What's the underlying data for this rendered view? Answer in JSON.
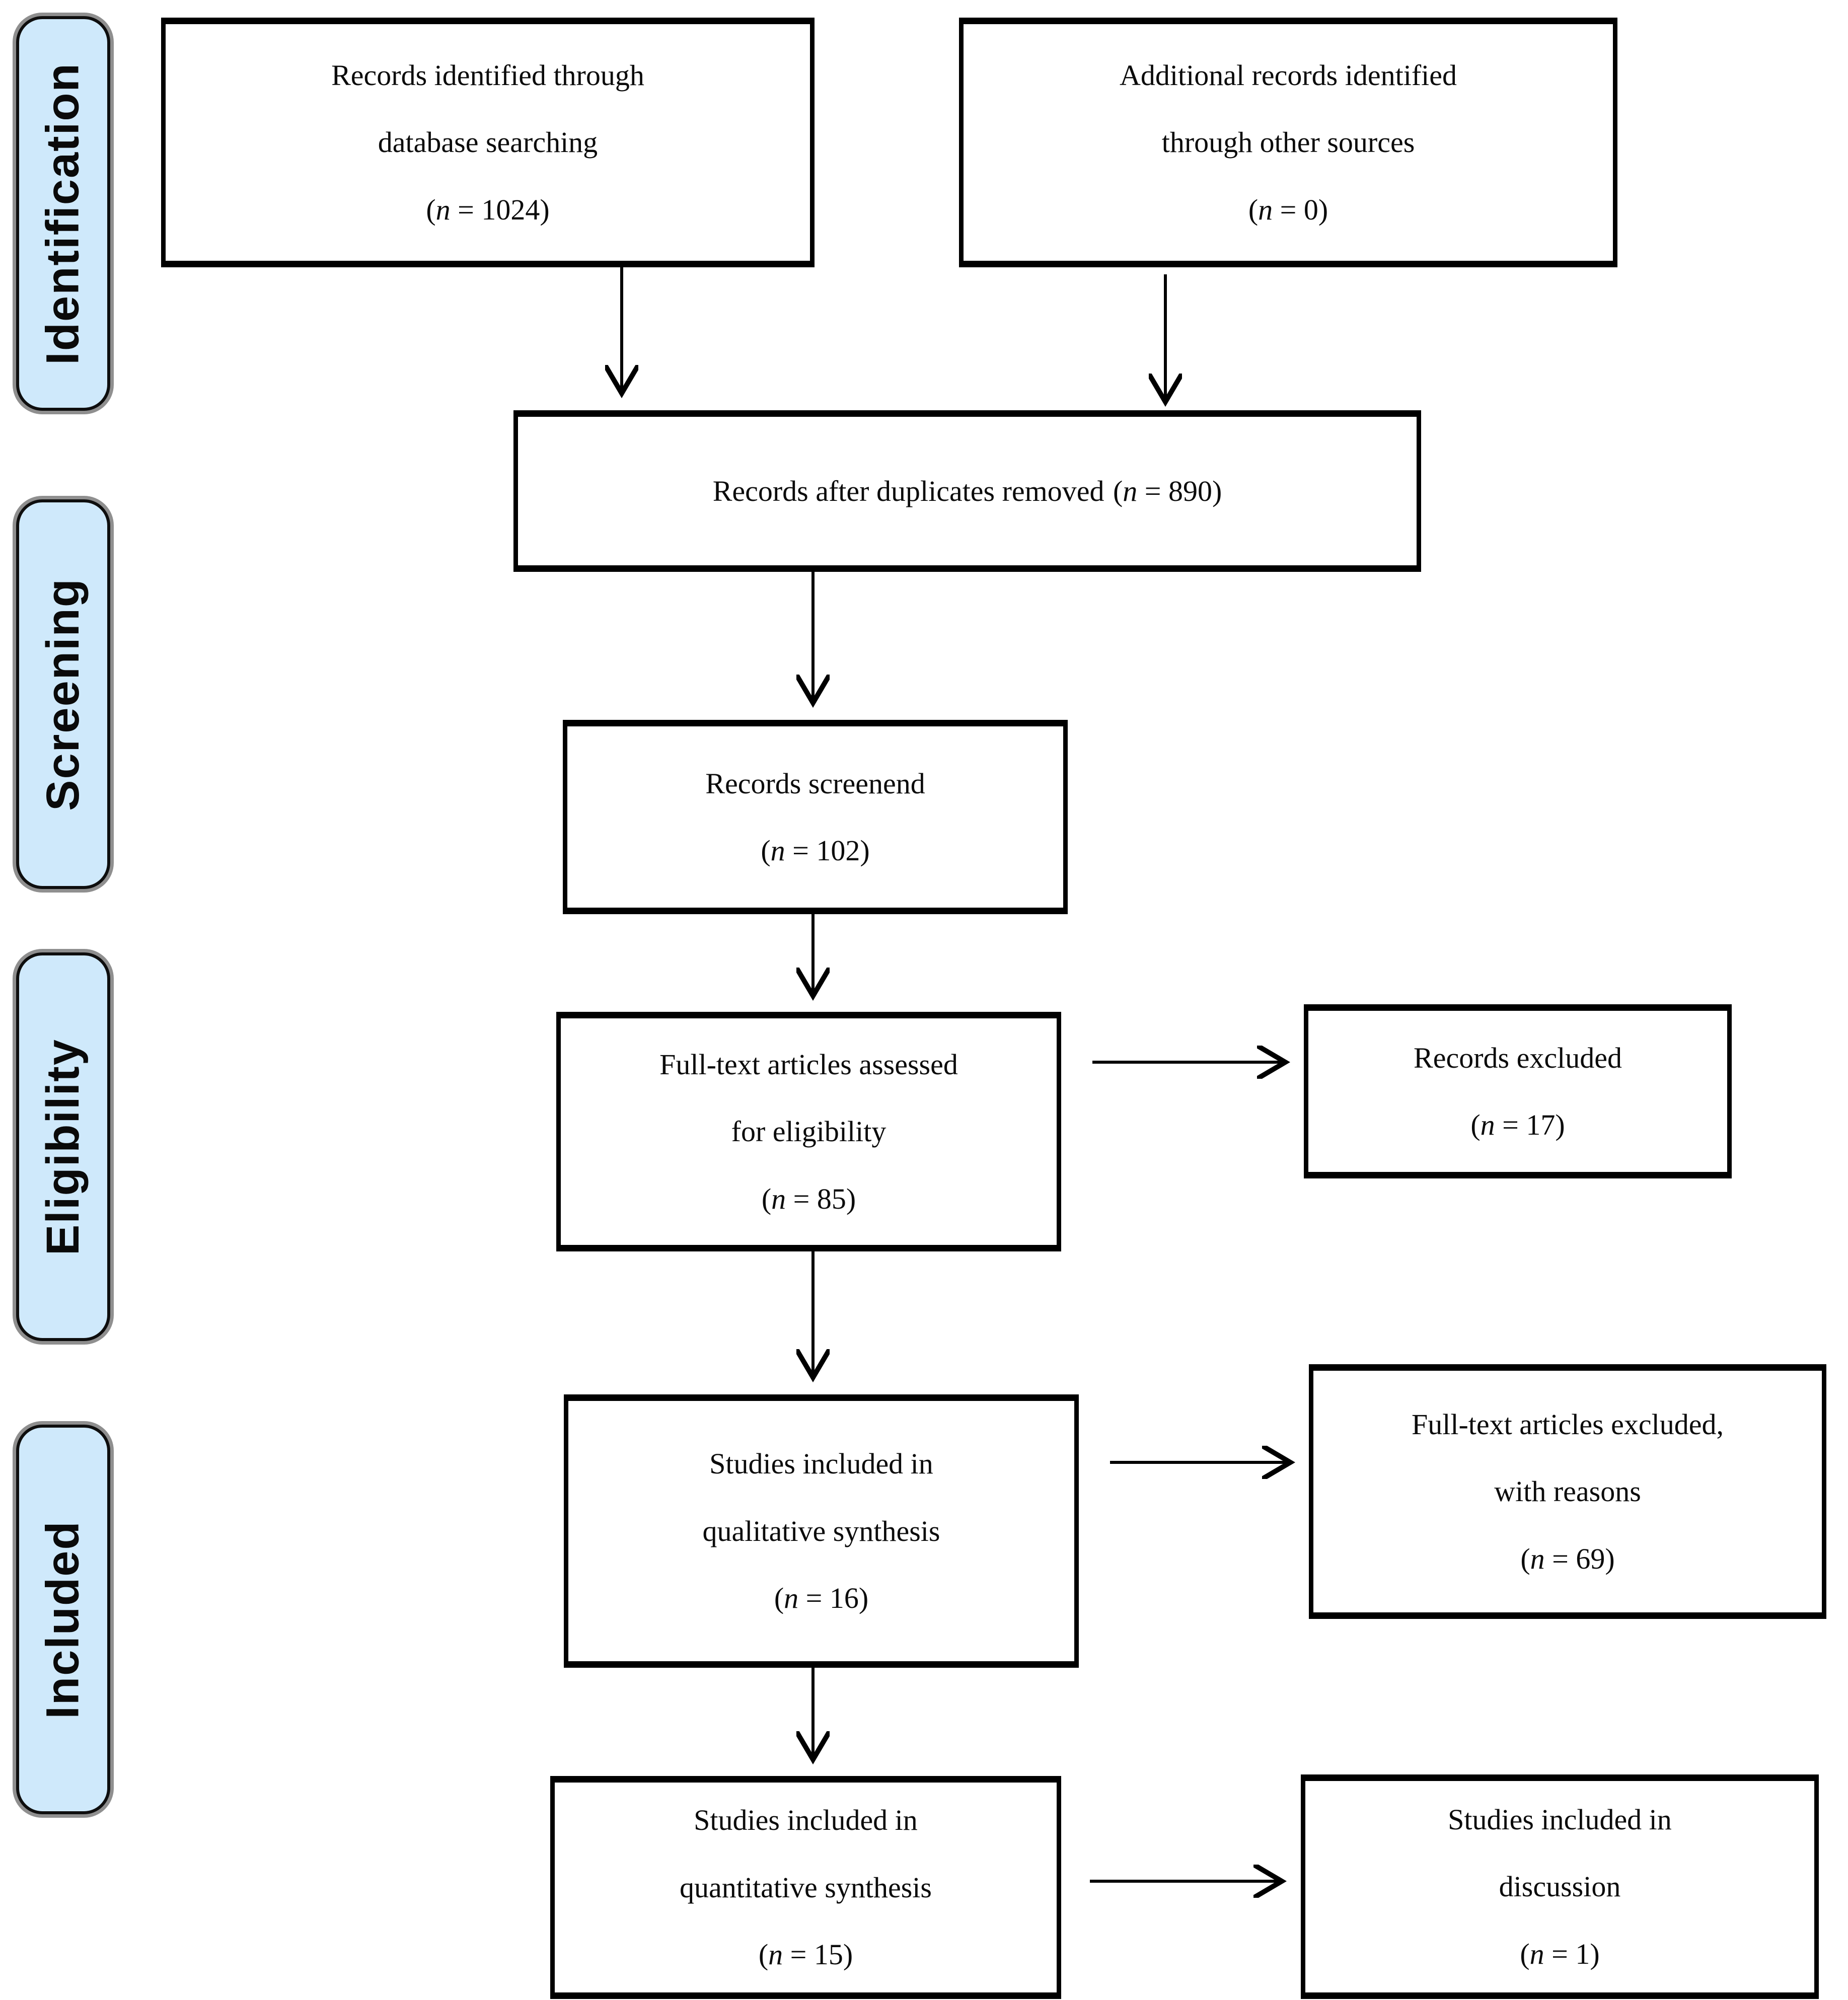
{
  "figure": {
    "type": "prisma-flow-diagram",
    "background_color": "#ffffff",
    "box_border_color": "#000000",
    "arrow_color": "#000000",
    "text_color": "#0b0b0b"
  },
  "sidebar": {
    "fill_color": "#cfe9fb",
    "border_color": "#0e0e0e",
    "shadow_color": "#8f8f8f",
    "items": [
      {
        "label": "Identification"
      },
      {
        "label": "Screening"
      },
      {
        "label": "Eligibility"
      },
      {
        "label": "Included"
      }
    ]
  },
  "flow": {
    "boxes": [
      {
        "id": "records-identified",
        "lines": [
          "Records identified through",
          "database searching"
        ],
        "count": {
          "pre": "(",
          "var": "n",
          "post": " = 1024)"
        }
      },
      {
        "id": "additional-records",
        "lines": [
          "Additional records identified",
          "through other sources"
        ],
        "count": {
          "pre": "(",
          "var": "n",
          "post": " = 0)"
        }
      },
      {
        "id": "after-duplicates",
        "lines": [
          "Records after duplicates removed"
        ],
        "count": {
          "pre": "(",
          "var": "n",
          "post": " = 890)"
        }
      },
      {
        "id": "records-screened",
        "lines": [
          "Records screenend"
        ],
        "count": {
          "pre": "(",
          "var": "n",
          "post": " = 102)"
        }
      },
      {
        "id": "fulltext-assessed",
        "lines": [
          "Full-text articles assessed",
          "for eligibility"
        ],
        "count": {
          "pre": "(",
          "var": "n",
          "post": " = 85)"
        }
      },
      {
        "id": "records-excluded",
        "lines": [
          "Records excluded"
        ],
        "count": {
          "pre": "(",
          "var": "n",
          "post": " = 17)"
        }
      },
      {
        "id": "qualitative-synthesis",
        "lines": [
          "Studies included in",
          "qualitative synthesis"
        ],
        "count": {
          "pre": "(",
          "var": "n",
          "post": " = 16)"
        }
      },
      {
        "id": "fulltext-excluded",
        "lines": [
          "Full-text articles excluded,",
          "with reasons"
        ],
        "count": {
          "pre": "(",
          "var": "n",
          "post": " = 69)"
        }
      },
      {
        "id": "quantitative-synthesis",
        "lines": [
          "Studies included in",
          "quantitative synthesis"
        ],
        "count": {
          "pre": "(",
          "var": "n",
          "post": " = 15)"
        }
      },
      {
        "id": "discussion",
        "lines": [
          "Studies included in",
          "discussion"
        ],
        "count": {
          "pre": "(",
          "var": "n",
          "post": " = 1)"
        }
      }
    ]
  }
}
